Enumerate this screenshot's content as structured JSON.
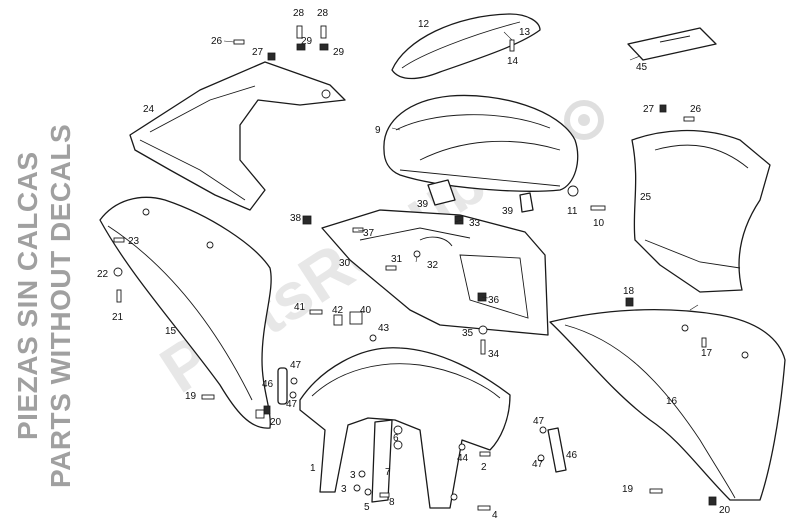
{
  "side_notes": {
    "line1": "PIEZAS SIN CALCAS",
    "line2": "PARTS WITHOUT DECALS"
  },
  "watermark": "PartsRepublik",
  "callouts": [
    {
      "id": "c1",
      "label": "1"
    },
    {
      "id": "c2",
      "label": "2"
    },
    {
      "id": "c3a",
      "label": "3"
    },
    {
      "id": "c3b",
      "label": "3"
    },
    {
      "id": "c4",
      "label": "4"
    },
    {
      "id": "c5",
      "label": "5"
    },
    {
      "id": "c6",
      "label": "6"
    },
    {
      "id": "c7",
      "label": "7"
    },
    {
      "id": "c8",
      "label": "8"
    },
    {
      "id": "c9",
      "label": "9"
    },
    {
      "id": "c10",
      "label": "10"
    },
    {
      "id": "c11",
      "label": "11"
    },
    {
      "id": "c12",
      "label": "12"
    },
    {
      "id": "c13",
      "label": "13"
    },
    {
      "id": "c14",
      "label": "14"
    },
    {
      "id": "c15",
      "label": "15"
    },
    {
      "id": "c16",
      "label": "16"
    },
    {
      "id": "c17",
      "label": "17"
    },
    {
      "id": "c18",
      "label": "18"
    },
    {
      "id": "c19a",
      "label": "19"
    },
    {
      "id": "c19b",
      "label": "19"
    },
    {
      "id": "c20a",
      "label": "20"
    },
    {
      "id": "c20b",
      "label": "20"
    },
    {
      "id": "c21",
      "label": "21"
    },
    {
      "id": "c22",
      "label": "22"
    },
    {
      "id": "c23",
      "label": "23"
    },
    {
      "id": "c24",
      "label": "24"
    },
    {
      "id": "c25",
      "label": "25"
    },
    {
      "id": "c26a",
      "label": "26"
    },
    {
      "id": "c26b",
      "label": "26"
    },
    {
      "id": "c27a",
      "label": "27"
    },
    {
      "id": "c27b",
      "label": "27"
    },
    {
      "id": "c28a",
      "label": "28"
    },
    {
      "id": "c28b",
      "label": "28"
    },
    {
      "id": "c29a",
      "label": "29"
    },
    {
      "id": "c29b",
      "label": "29"
    },
    {
      "id": "c30",
      "label": "30"
    },
    {
      "id": "c31",
      "label": "31"
    },
    {
      "id": "c32",
      "label": "32"
    },
    {
      "id": "c33",
      "label": "33"
    },
    {
      "id": "c34",
      "label": "34"
    },
    {
      "id": "c35",
      "label": "35"
    },
    {
      "id": "c36",
      "label": "36"
    },
    {
      "id": "c37",
      "label": "37"
    },
    {
      "id": "c38",
      "label": "38"
    },
    {
      "id": "c39a",
      "label": "39"
    },
    {
      "id": "c39b",
      "label": "39"
    },
    {
      "id": "c40",
      "label": "40"
    },
    {
      "id": "c41",
      "label": "41"
    },
    {
      "id": "c42",
      "label": "42"
    },
    {
      "id": "c43",
      "label": "43"
    },
    {
      "id": "c44",
      "label": "44"
    },
    {
      "id": "c45",
      "label": "45"
    },
    {
      "id": "c46a",
      "label": "46"
    },
    {
      "id": "c46b",
      "label": "46"
    },
    {
      "id": "c47a",
      "label": "47"
    },
    {
      "id": "c47b",
      "label": "47"
    },
    {
      "id": "c47c",
      "label": "47"
    },
    {
      "id": "c47d",
      "label": "47"
    }
  ]
}
